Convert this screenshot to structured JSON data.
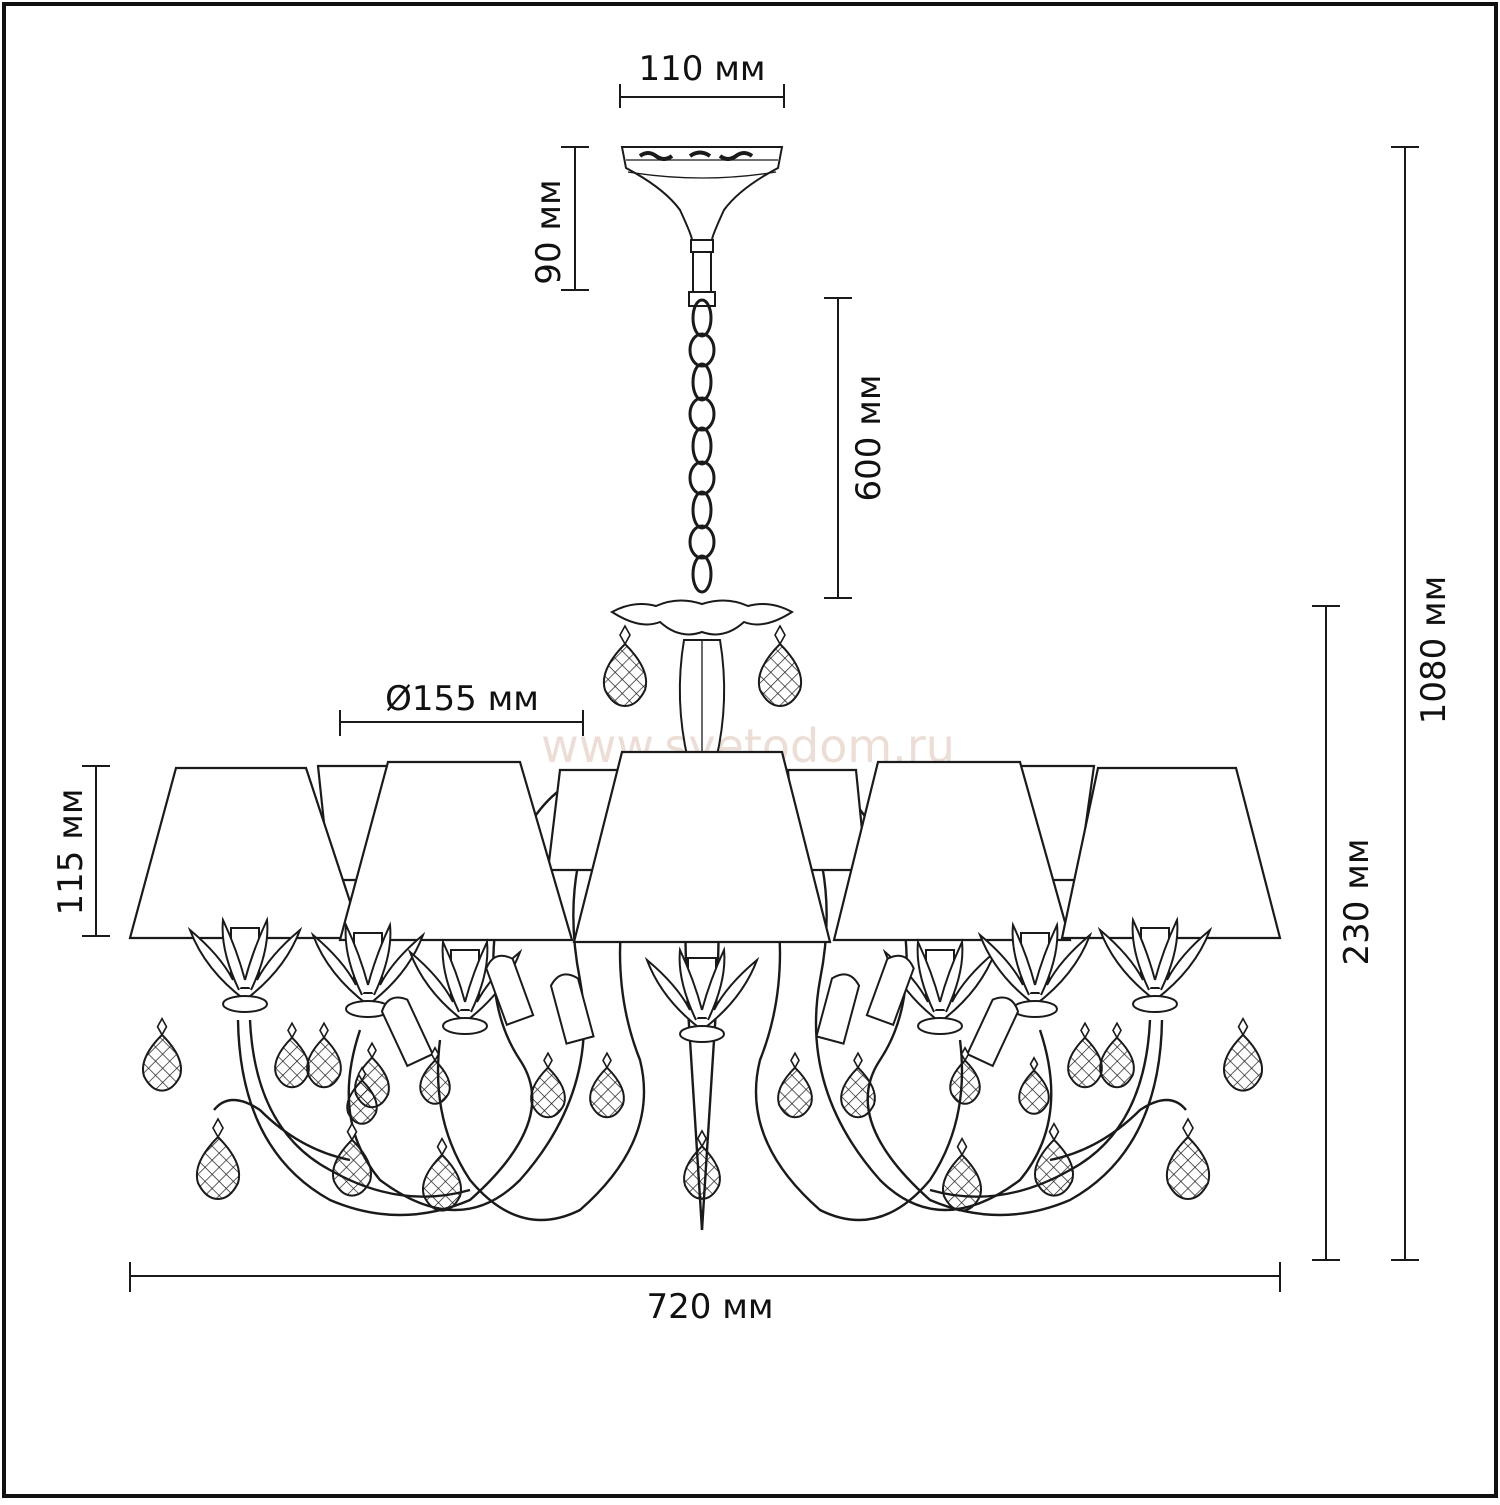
{
  "watermark": "www.svetodom.ru",
  "dimensions": {
    "canopy_width": "110 мм",
    "canopy_height": "90 мм",
    "chain_length": "600 мм",
    "shade_diameter": "Ø155 мм",
    "shade_height": "115 мм",
    "body_height": "230 мм",
    "total_height": "1080 мм",
    "total_width": "720 мм"
  },
  "colors": {
    "line": "#1a1a1a",
    "background": "#ffffff",
    "watermark": "#e9d9cf"
  }
}
